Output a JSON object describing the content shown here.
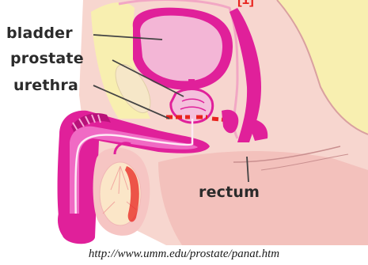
{
  "labels": {
    "bladder": "bladder",
    "prostate": "prostate",
    "urethra": "urethra",
    "rectum": "rectum"
  },
  "reference_mark": "[1]",
  "source_url": "http://www.umm.edu/prostate/panat.htm",
  "colors": {
    "skin": "#f7d6cf",
    "skin_shade": "#f2b4b0",
    "fat": "#f8efb0",
    "organ_magenta": "#e0209a",
    "organ_pink": "#f06ac4",
    "bladder_inner": "#f3b6d6",
    "testis": "#fbe6c8",
    "red": "#e8231d"
  }
}
